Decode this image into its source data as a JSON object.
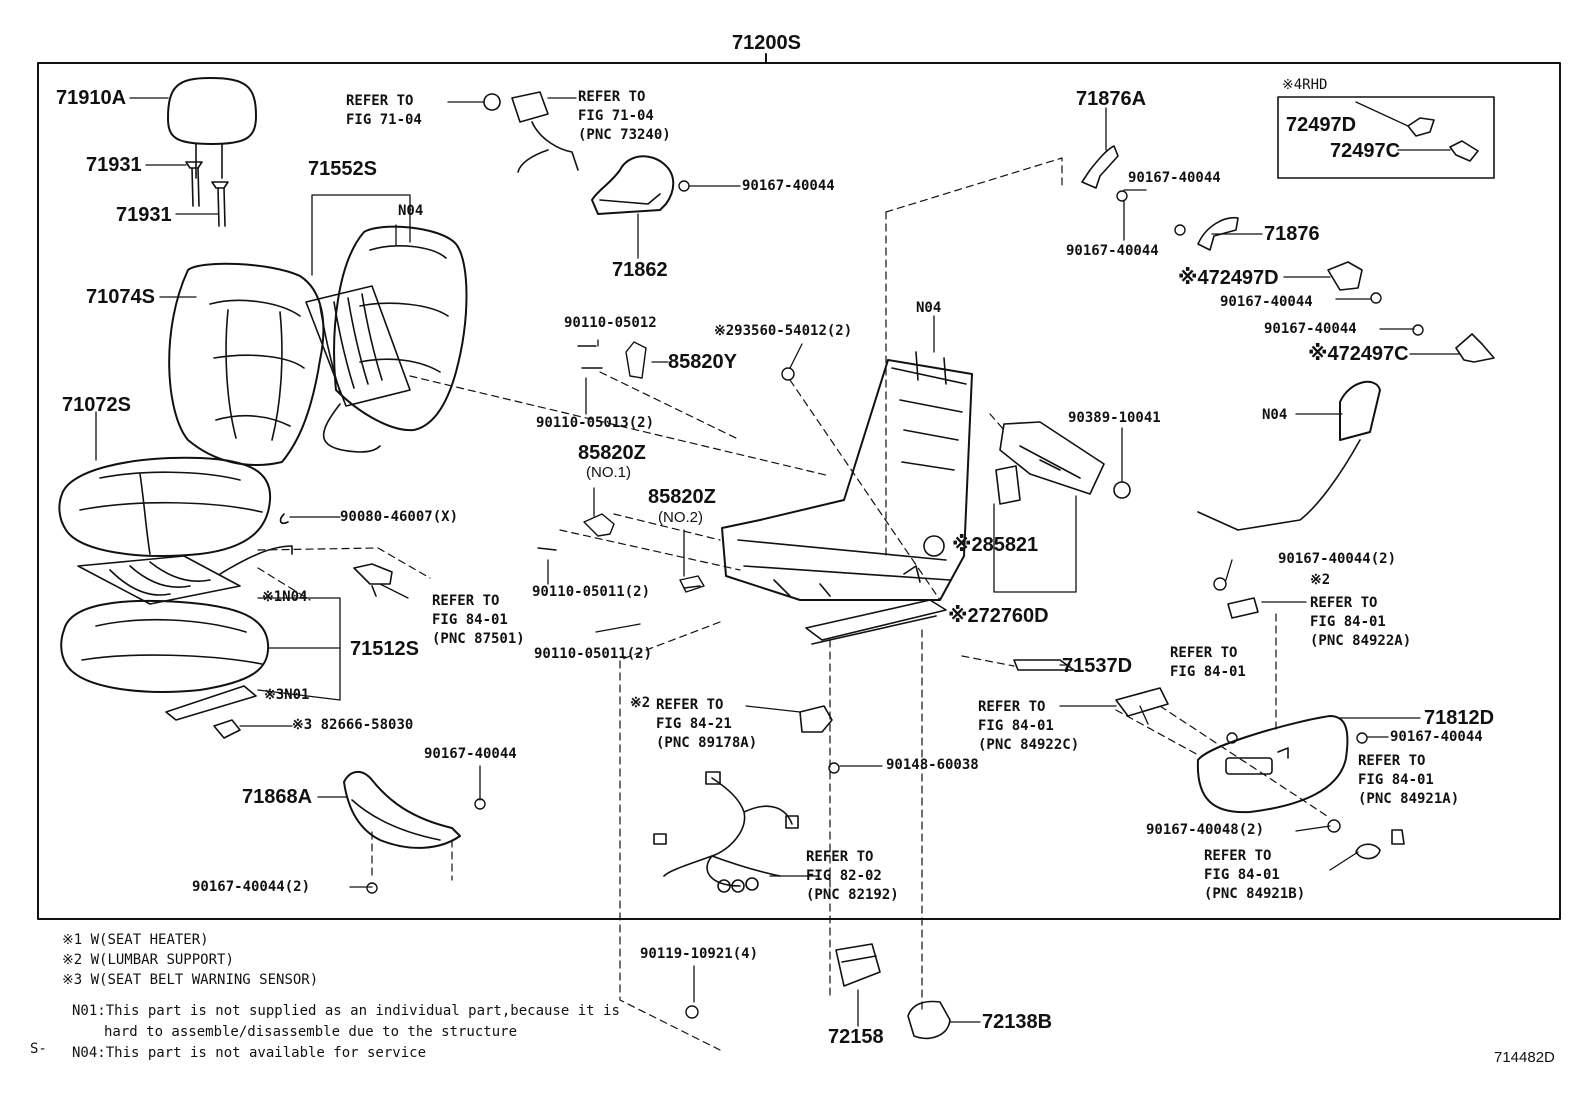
{
  "assembly": {
    "number": "71200S",
    "corner_code": "714482D",
    "stray_mark": "S-"
  },
  "rhd_box": {
    "title": "※4RHD",
    "parts": [
      "72497D",
      "72497C"
    ]
  },
  "parts": {
    "p71910A": "71910A",
    "p71931a": "71931",
    "p71931b": "71931",
    "p71552S": "71552S",
    "n04_back": "N04",
    "p71074S": "71074S",
    "p71072S": "71072S",
    "p90080": "90080-46007(X)",
    "n1n04": "※1N04",
    "p71512S": "71512S",
    "n3n01": "※3N01",
    "p82666": "※3 82666-58030",
    "p90167_a": "90167-40044",
    "p71868A": "71868A",
    "p90167_b": "90167-40044(2)",
    "p71862": "71862",
    "p90167_c": "90167-40044",
    "p90110_05012": "90110-05012",
    "p85820Y": "85820Y",
    "p90110_05013": "90110-05013(2)",
    "p85820Z_1": "85820Z",
    "no1": "(NO.1)",
    "p85820Z_2": "85820Z",
    "no2": "(NO.2)",
    "p90110_05011_a": "90110-05011(2)",
    "p90110_05011_b": "90110-05011(2)",
    "p293560": "※293560-54012(2)",
    "n04_frame": "N04",
    "p90389": "90389-10041",
    "p85821": "※285821",
    "p72760D": "※272760D",
    "p71876A": "71876A",
    "p90167_d": "90167-40044",
    "p90167_e": "90167-40044",
    "p71876": "71876",
    "p72497D_4": "※472497D",
    "p90167_f": "90167-40044",
    "p90167_g": "90167-40044",
    "p72497C_4": "※472497C",
    "n04_side": "N04",
    "p90167_h": "90167-40044(2)",
    "p71537D": "71537D",
    "p71812D": "71812D",
    "p90167_i": "90167-40044",
    "p90167_40048": "90167-40048(2)",
    "p90148": "90148-60038",
    "p90119": "90119-10921(4)",
    "p72158": "72158",
    "p72138B": "72138B"
  },
  "references": {
    "fig7104_a": "REFER TO\nFIG 71-04",
    "fig7104_b": "REFER TO\nFIG 71-04\n(PNC 73240)",
    "fig8401_87501": "REFER TO\nFIG 84-01\n(PNC 87501)",
    "fig8401_84922A": "REFER TO\nFIG 84-01\n(PNC 84922A)",
    "mark2": "※2",
    "fig8421": "REFER TO\nFIG 84-21\n(PNC 89178A)",
    "mark2b": "※2",
    "fig8401_plain": "REFER TO\nFIG 84-01",
    "fig8401_84922C": "REFER TO\nFIG 84-01\n(PNC 84922C)",
    "fig8401_84921A": "REFER TO\nFIG 84-01\n(PNC 84921A)",
    "fig8202": "REFER TO\nFIG 82-02\n(PNC 82192)",
    "fig8401_84921B": "REFER TO\nFIG 84-01\n(PNC 84921B)"
  },
  "notes": [
    "※1  W(SEAT HEATER)",
    "※2  W(LUMBAR SUPPORT)",
    "※3  W(SEAT BELT WARNING SENSOR)",
    "N01:This part is not supplied as an individual part,because it is",
    "hard to assemble/disassemble due to the structure",
    "N04:This part is not available for service"
  ]
}
